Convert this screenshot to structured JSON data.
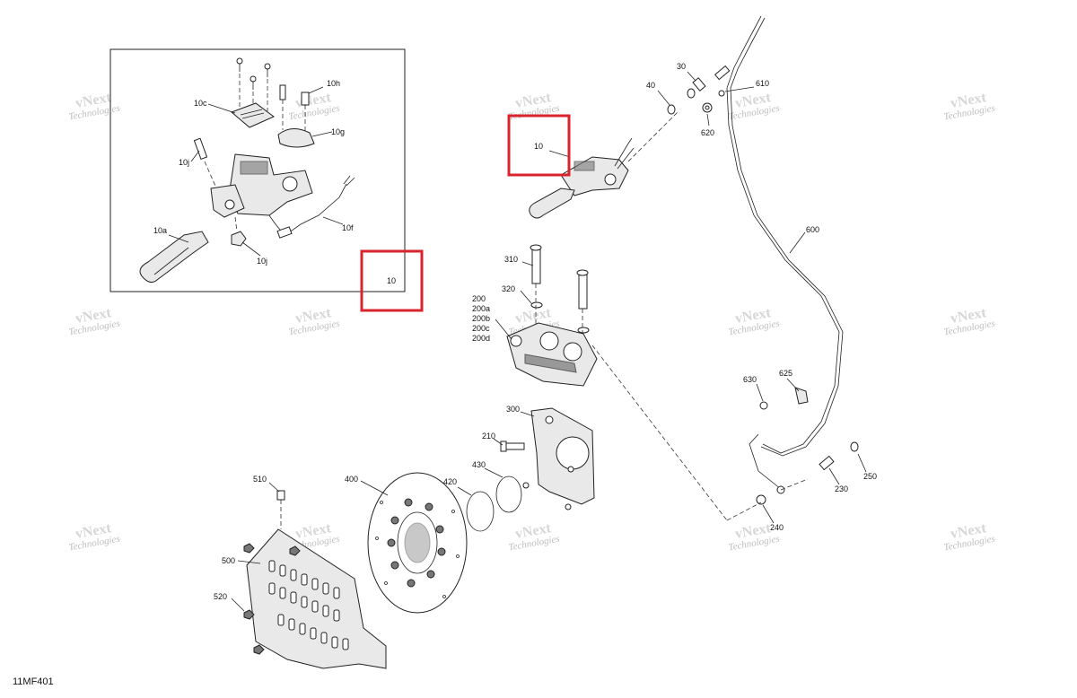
{
  "figure_id": "11MF401",
  "watermark": {
    "line1": "vNext",
    "line2": "Technologies"
  },
  "callouts": {
    "c10a": "10a",
    "c10c": "10c",
    "c10f": "10f",
    "c10g": "10g",
    "c10h": "10h",
    "c10j1": "10j",
    "c10j2": "10j",
    "c10_box": "10",
    "c10_main": "10",
    "c30": "30",
    "c40": "40",
    "c610": "610",
    "c620": "620",
    "c600": "600",
    "c310": "310",
    "c320": "320",
    "c200": "200",
    "c200a": "200a",
    "c200b": "200b",
    "c200c": "200c",
    "c200d": "200d",
    "c630": "630",
    "c625": "625",
    "c300": "300",
    "c210": "210",
    "c430": "430",
    "c420": "420",
    "c400": "400",
    "c510": "510",
    "c500": "500",
    "c520": "520",
    "c230": "230",
    "c250": "250",
    "c240": "240"
  },
  "colors": {
    "highlight": "#d9232d",
    "line": "#222222",
    "watermark": "#bdbdbd"
  }
}
